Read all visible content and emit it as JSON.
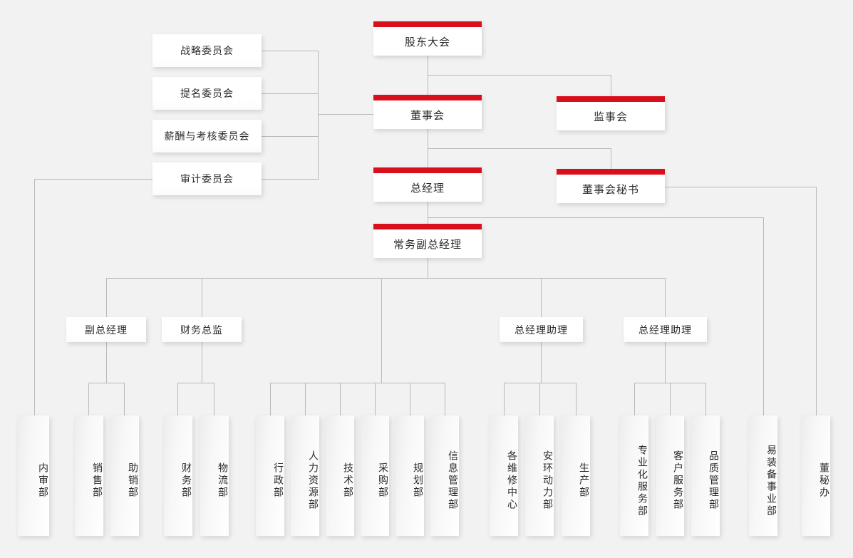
{
  "theme": {
    "accent_red": "#d9101c",
    "background": "#f2f2f2",
    "box_fill": "#ffffff",
    "line_color": "#b9b9b9",
    "text_color": "#2a2a2a"
  },
  "executives": {
    "shareholders_meeting": "股东大会",
    "board_of_directors": "董事会",
    "board_of_supervisors": "监事会",
    "general_manager": "总经理",
    "board_secretary": "董事会秘书",
    "executive_deputy_gm": "常务副总经理"
  },
  "committees": [
    {
      "label": "战略委员会"
    },
    {
      "label": "提名委员会"
    },
    {
      "label": "薪酬与考核委员会"
    },
    {
      "label": "审计委员会"
    }
  ],
  "managers": [
    {
      "label": "副总经理"
    },
    {
      "label": "财务总监"
    },
    {
      "label": "总经理助理"
    },
    {
      "label": "总经理助理"
    }
  ],
  "departments": [
    {
      "label": "内审部"
    },
    {
      "label": "销售部"
    },
    {
      "label": "助销部"
    },
    {
      "label": "财务部"
    },
    {
      "label": "物流部"
    },
    {
      "label": "行政部"
    },
    {
      "label": "人力资源部"
    },
    {
      "label": "技术部"
    },
    {
      "label": "采购部"
    },
    {
      "label": "规划部"
    },
    {
      "label": "信息管理部"
    },
    {
      "label": "各维修中心"
    },
    {
      "label": "安环动力部"
    },
    {
      "label": "生产部"
    },
    {
      "label": "专业化服务部"
    },
    {
      "label": "客户服务部"
    },
    {
      "label": "品质管理部"
    },
    {
      "label": "易装备事业部"
    },
    {
      "label": "董秘办"
    }
  ]
}
